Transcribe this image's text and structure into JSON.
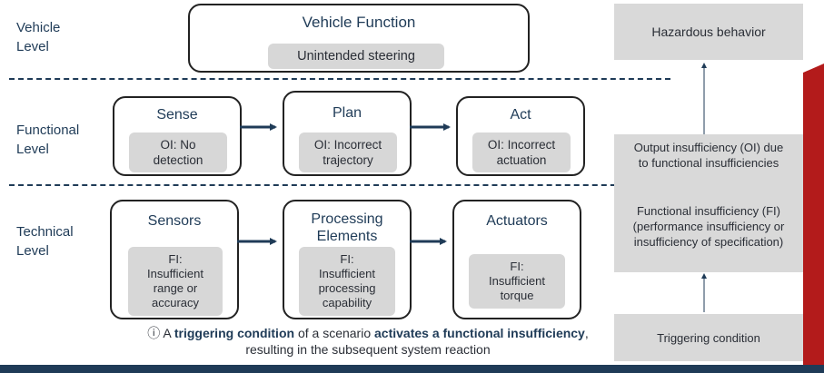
{
  "levels": {
    "vehicle": [
      "Vehicle",
      "Level"
    ],
    "functional": [
      "Functional",
      "Level"
    ],
    "technical": [
      "Technical",
      "Level"
    ]
  },
  "vehicle_box": {
    "title": "Vehicle Function",
    "item": "Unintended steering"
  },
  "functional_boxes": [
    {
      "title": "Sense",
      "item": [
        "OI: No",
        "detection"
      ]
    },
    {
      "title": "Plan",
      "item": [
        "OI: Incorrect",
        "trajectory"
      ]
    },
    {
      "title": "Act",
      "item": [
        "OI: Incorrect",
        "actuation"
      ]
    }
  ],
  "technical_boxes": [
    {
      "title": [
        "Sensors"
      ],
      "item": [
        "FI:",
        "Insufficient",
        "range or",
        "accuracy"
      ]
    },
    {
      "title": [
        "Processing",
        "Elements"
      ],
      "item": [
        "FI:",
        "Insufficient",
        "processing",
        "capability"
      ]
    },
    {
      "title": [
        "Actuators"
      ],
      "item": [
        "FI:",
        "Insufficient",
        "torque"
      ]
    }
  ],
  "note": {
    "icon": "ⓘ",
    "pre": "A ",
    "bold1": "triggering condition",
    "mid": " of a scenario ",
    "bold2": "activates a functional insufficiency",
    "post": ",",
    "line2": "resulting in the subsequent system reaction"
  },
  "right_column": {
    "hazard": "Hazardous behavior",
    "output": [
      "Output insufficiency (OI) due",
      "to functional insufficiencies"
    ],
    "functional": [
      "Functional insufficiency (FI)",
      "(performance insufficiency or",
      "insufficiency of specification)"
    ],
    "trigger": "Triggering condition"
  },
  "colors": {
    "navy": "#1f3b57",
    "grey": "#d7d7d7",
    "red": "#b31b1b"
  }
}
